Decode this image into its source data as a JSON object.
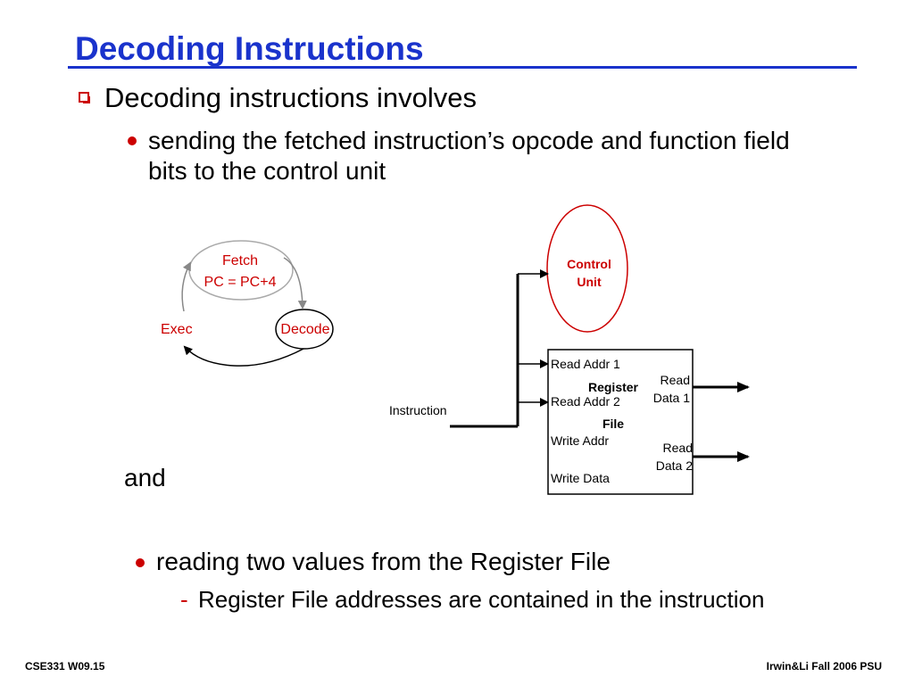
{
  "slide": {
    "title": "Decoding Instructions",
    "bullet1": "Decoding instructions involves",
    "bullet1a": "sending the fetched instruction’s opcode and function field bits to the control unit",
    "connector": "and",
    "bullet1b": "reading two values from the Register File",
    "sub_marker": "-",
    "sub_bullet": "Register File addresses are contained in the instruction"
  },
  "cycle_diagram": {
    "fetch_label": "Fetch",
    "fetch_formula": "PC = PC+4",
    "exec_label": "Exec",
    "decode_label": "Decode"
  },
  "datapath": {
    "control_unit_line1": "Control",
    "control_unit_line2": "Unit",
    "instruction_label": "Instruction",
    "regfile_title_line1": "Register",
    "regfile_title_line2": "File",
    "read_addr1": "Read Addr 1",
    "read_addr2": "Read Addr 2",
    "write_addr": "Write Addr",
    "write_data": "Write Data",
    "read_data1_line1": "Read",
    "read_data1_line2": "Data 1",
    "read_data2_line1": "Read",
    "read_data2_line2": "Data 2"
  },
  "footer": {
    "left": "CSE331  W09.15",
    "right": "Irwin&Li Fall 2006 PSU"
  },
  "colors": {
    "title": "#1a33cc",
    "accent": "#cc0000",
    "text": "#000000"
  }
}
